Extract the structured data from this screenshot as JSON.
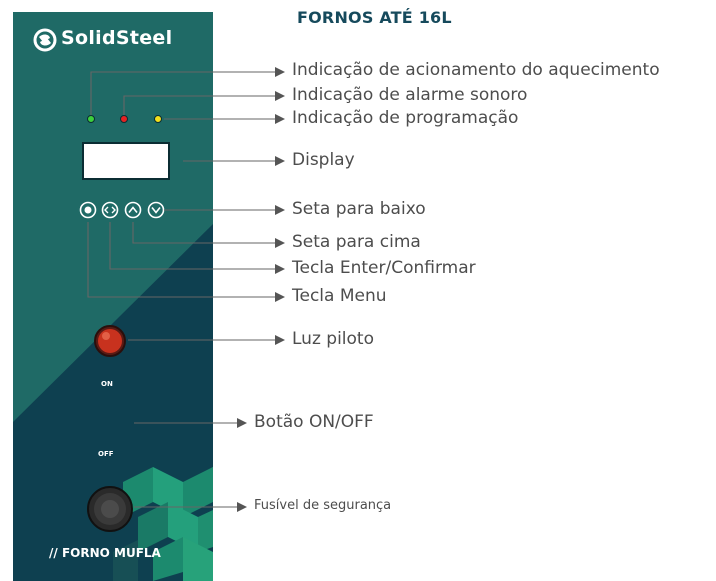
{
  "title": "FORNOS ATÉ 16L",
  "brand": "SolidSteel",
  "panel_labels": {
    "on": "ON",
    "off": "OFF",
    "model": "// FORNO MUFLA"
  },
  "callouts": {
    "heating": "Indicação de acionamento do aquecimento",
    "alarm": "Indicação de alarme sonoro",
    "programming": "Indicação de programação",
    "display": "Display",
    "down": "Seta para baixo",
    "up": "Seta para cima",
    "enter": "Tecla Enter/Confirmar",
    "menu": "Tecla Menu",
    "pilot": "Luz piloto",
    "onoff": "Botão ON/OFF",
    "fuse": "Fusível de segurança"
  },
  "colors": {
    "panel_light": "#1f6a66",
    "panel_dark": "#0d3f4d",
    "accent_green": "#27a27a",
    "led_green": "#3ccf3c",
    "led_red": "#e52222",
    "led_yellow": "#f4e01c",
    "text": "#4d4d4d",
    "title": "#164a5c"
  }
}
